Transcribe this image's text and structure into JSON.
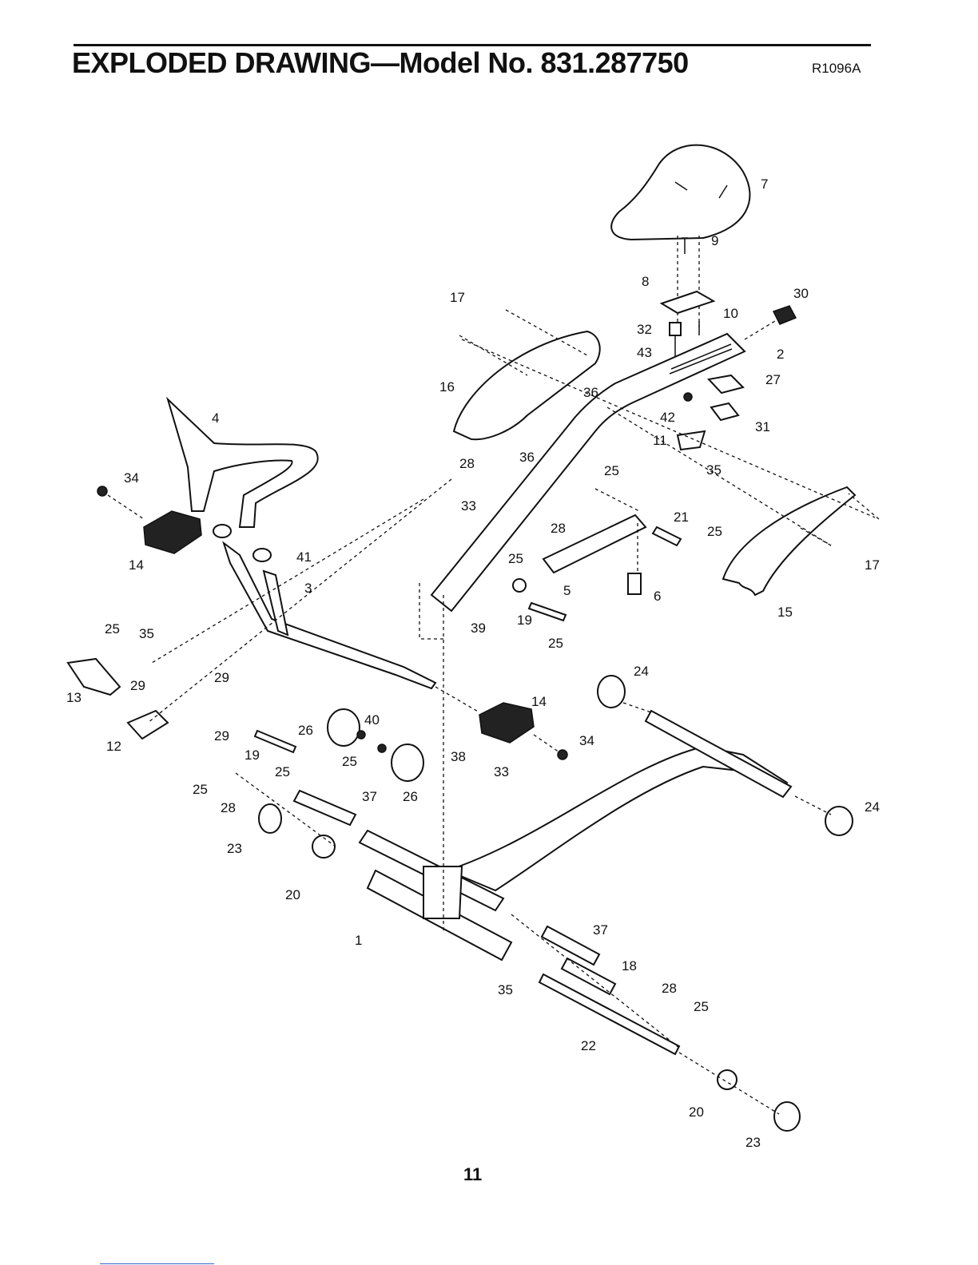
{
  "header": {
    "title": "EXPLODED DRAWING—Model No. 831.287750",
    "ref_code": "R1096A"
  },
  "footer": {
    "page_number": "11"
  },
  "callouts": [
    "7",
    "9",
    "8",
    "30",
    "17",
    "10",
    "32",
    "2",
    "43",
    "27",
    "16",
    "36",
    "42",
    "31",
    "4",
    "11",
    "28",
    "36",
    "35",
    "34",
    "33",
    "25",
    "21",
    "28",
    "25",
    "14",
    "41",
    "17",
    "25",
    "3",
    "5",
    "6",
    "15",
    "25",
    "35",
    "19",
    "39",
    "25",
    "24",
    "29",
    "13",
    "29",
    "14",
    "40",
    "12",
    "26",
    "34",
    "29",
    "19",
    "25",
    "38",
    "33",
    "25",
    "25",
    "26",
    "37",
    "24",
    "28",
    "23",
    "20",
    "1",
    "37",
    "18",
    "28",
    "35",
    "25",
    "22",
    "20",
    "23"
  ]
}
